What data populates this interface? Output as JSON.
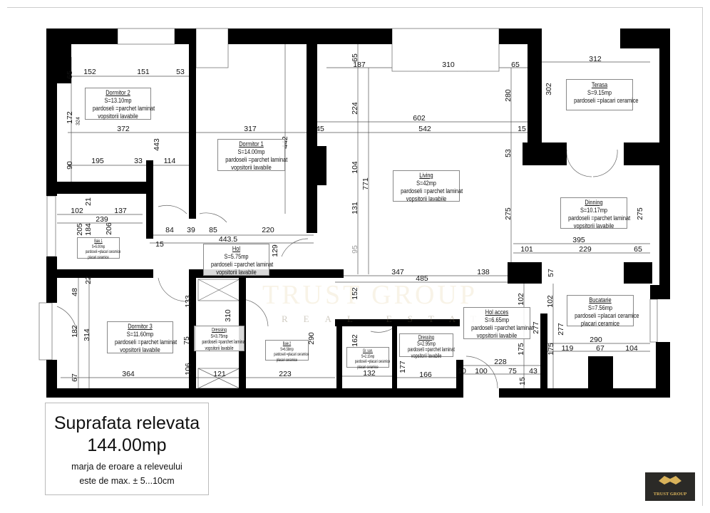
{
  "rooms": {
    "dormitor2": {
      "name": "Dormitor 2",
      "area": "S=13.10mp",
      "floor": "pardoseli =parchet laminat",
      "walls": "vopsitorii  lavabile"
    },
    "dormitor1": {
      "name": "Dormitor 1",
      "area": "S=14.00mp",
      "floor": "pardoseli =parchet laminat",
      "walls": "vopsitorii  lavabile"
    },
    "baie1": {
      "name": "Baie 1",
      "area": "S=5.00mp",
      "floor": "pardoseli =placari ceramice",
      "walls": "placari ceramice"
    },
    "hol": {
      "name": "Hol",
      "area": "S=5.75mp",
      "floor": "pardoseli =parchet laminat",
      "walls": "vopsitorii  lavabile"
    },
    "living": {
      "name": "Living",
      "area": "S=42mp",
      "floor": "pardoseli =parchet laminat",
      "walls": "vopsitorii  lavabile"
    },
    "terasa": {
      "name": "Terasa",
      "area": "S=9.15mp",
      "floor": "pardoseli =placari ceramice"
    },
    "dinning": {
      "name": "Dinning",
      "area": "S=10.17mp",
      "floor": "pardoseli =parchet laminat",
      "walls": "vopsitorii  lavabile"
    },
    "dormitor3": {
      "name": "Dormitor 3",
      "area": "S=11.60mp",
      "floor": "pardoseli =parchet laminat",
      "walls": "vopsitorii  lavabile"
    },
    "dressing1": {
      "name": "Dressing",
      "area": "S=3.75mp",
      "floor": "pardoseli =parchet laminat",
      "walls": "vopsitorii  lavabile"
    },
    "baie2": {
      "name": "Baie 2",
      "area": "S=6.58mp",
      "floor": "pardoseli =placari ceramice",
      "walls": "placari ceramice"
    },
    "grsan": {
      "name": "Gr. san.",
      "area": "S=2.15mp",
      "floor": "pardoseli =placari ceramice",
      "walls": "placari ceramice"
    },
    "dressing2": {
      "name": "Dressing",
      "area": "S=2.95mp",
      "floor": "pardoseli =parchet laminat",
      "walls": "vopsitorii  lavabile"
    },
    "holacces": {
      "name": "Hol acces",
      "area": "S=6.65mp",
      "floor": "pardoseli =parchet laminat",
      "walls": "vopsitorii  lavabile"
    },
    "bucatarie": {
      "name": "Bucatarie",
      "area": "S=7.56mp",
      "floor": "pardoseli =placari ceramice",
      "walls": "placari ceramice"
    }
  },
  "dims": [
    "65",
    "152",
    "151",
    "53",
    "172",
    "324",
    "372",
    "443",
    "90",
    "195",
    "33",
    "114",
    "317",
    "442",
    "45",
    "21",
    "102",
    "137",
    "239",
    "205",
    "184",
    "206",
    "22",
    "84",
    "39",
    "85",
    "220",
    "443.5",
    "15",
    "129",
    "65",
    "187",
    "310",
    "65",
    "312",
    "302",
    "280",
    "224",
    "602",
    "542",
    "15",
    "53",
    "104",
    "771",
    "131",
    "275",
    "275",
    "95",
    "395",
    "101",
    "229",
    "65",
    "347",
    "138",
    "485",
    "57",
    "48",
    "133",
    "310",
    "182",
    "314",
    "75",
    "290",
    "106",
    "67",
    "364",
    "121",
    "223",
    "152",
    "102",
    "102",
    "162",
    "277",
    "277",
    "290",
    "175",
    "175",
    "119",
    "67",
    "104",
    "228",
    "177",
    "10",
    "100",
    "75",
    "43",
    "132",
    "166",
    "15"
  ],
  "summary": {
    "title": "Suprafata relevata",
    "total": "144.00mp",
    "note1": "marja de eroare  a releveului",
    "note2": "este de max. ± 5...10cm"
  },
  "watermark": {
    "brand": "TRUST GROUP",
    "sub": "REAL ESTATE"
  },
  "logo": {
    "text": "TRUST GROUP"
  }
}
